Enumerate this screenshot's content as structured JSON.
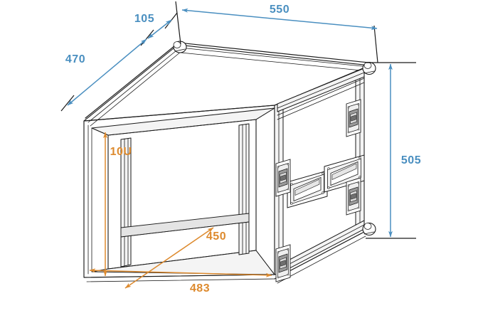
{
  "drawing": {
    "title": "19-inch rack flight case dimensioned isometric drawing",
    "units": "mm",
    "colors": {
      "dimension_blue": "#4a8fc0",
      "dimension_orange": "#dd8a2e",
      "outline_black": "#1a1a1a",
      "background": "#ffffff"
    }
  },
  "dimensions": {
    "exterior": [
      {
        "id": "depth-470",
        "label": "470",
        "color": "#4a8fc0",
        "axis": "depth",
        "units": "mm"
      },
      {
        "id": "lid-depth-105",
        "label": "105",
        "color": "#4a8fc0",
        "axis": "depth",
        "units": "mm"
      },
      {
        "id": "width-550",
        "label": "550",
        "color": "#4a8fc0",
        "axis": "width",
        "units": "mm"
      },
      {
        "id": "height-505",
        "label": "505",
        "color": "#4a8fc0",
        "axis": "height",
        "units": "mm"
      }
    ],
    "interior": [
      {
        "id": "rack-units-10U",
        "label": "10U",
        "color": "#dd8a2e",
        "axis": "height",
        "units": "U"
      },
      {
        "id": "usable-depth-450",
        "label": "450",
        "color": "#dd8a2e",
        "axis": "depth",
        "units": "mm"
      },
      {
        "id": "rack-width-483",
        "label": "483",
        "color": "#dd8a2e",
        "axis": "width",
        "units": "mm"
      }
    ]
  },
  "hardware": {
    "ball_corners_label": "ball-corner",
    "recessed_handles_count": 2,
    "butterfly_latches_count": 4,
    "rack_rails_label": "19-inch rack rail"
  }
}
